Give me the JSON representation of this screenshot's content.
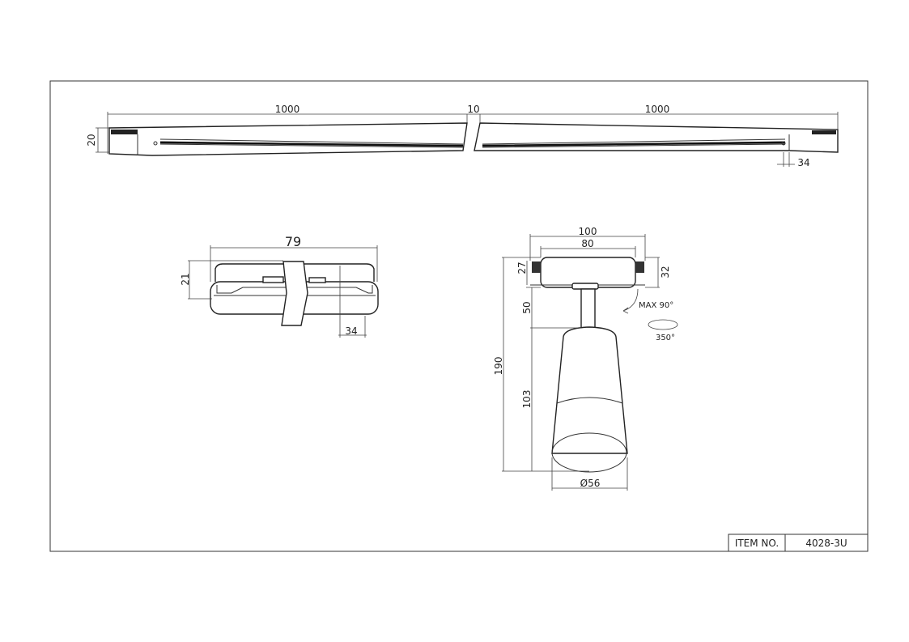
{
  "rail": {
    "length_left": "1000",
    "gap": "10",
    "length_right": "1000",
    "height": "20",
    "end_offset": "34"
  },
  "connector": {
    "length": "79",
    "height": "21",
    "offset": "34"
  },
  "spotlight": {
    "adapter_width": "100",
    "body_width": "80",
    "adapter_height_left": "27",
    "adapter_height_right": "32",
    "stem_height": "50",
    "total_height": "190",
    "shade_height": "103",
    "diameter": "Ø56",
    "tilt": "MAX 90°",
    "rotation": "350°"
  },
  "title_block": {
    "label": "ITEM NO.",
    "value": "4028-3U"
  }
}
